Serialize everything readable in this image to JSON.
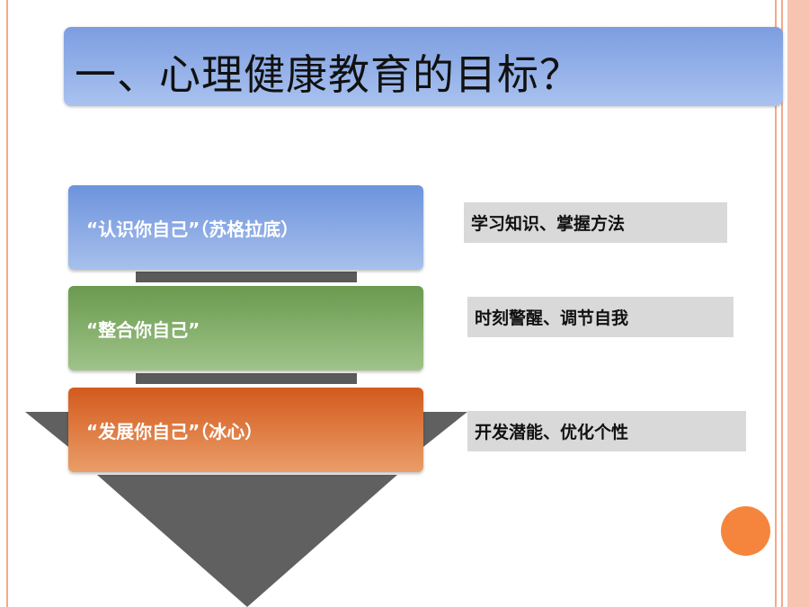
{
  "title": "一、心理健康教育的目标？",
  "levels": [
    {
      "label": "“认识你自己”（苏格拉底）"
    },
    {
      "label": "“整合你自己”"
    },
    {
      "label": "“发展你自己”（冰心）"
    }
  ],
  "notes": [
    "学习知识、掌握方法",
    "时刻警醒、调节自我",
    "开发潜能、优化个性"
  ],
  "colors": {
    "title_bar": "#8fade8",
    "level_1": "#7c9de0",
    "level_2": "#7faa68",
    "level_3": "#e07b3f",
    "funnel": "#606060",
    "note_bg": "#d9d9d9",
    "accent_circle": "#f5853c",
    "border": "#f6a98a"
  }
}
